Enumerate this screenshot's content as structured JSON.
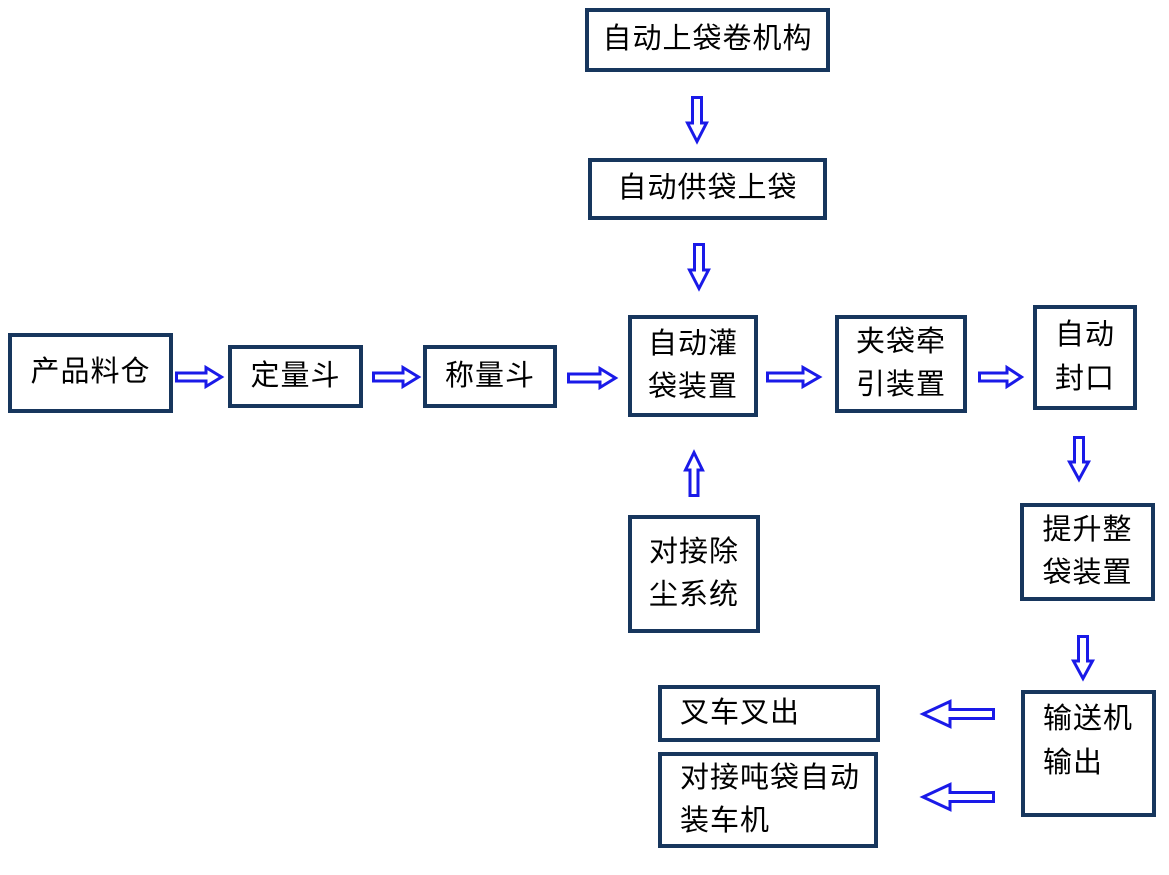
{
  "colors": {
    "box_border": "#17365D",
    "arrow_blue": "#1A1AE8",
    "text": "#000000",
    "background": "#FFFFFF"
  },
  "nodes": {
    "bag_roll_mechanism": {
      "label": "自动上袋卷机构"
    },
    "bag_supply": {
      "label": "自动供袋上袋"
    },
    "product_silo": {
      "label": "产品料仓"
    },
    "dosing_hopper": {
      "label": "定量斗"
    },
    "weighing_hopper": {
      "label": "称量斗"
    },
    "filling_device": {
      "label": "自动灌\n袋装置"
    },
    "bag_clamp_traction": {
      "label": "夹袋牵\n引装置"
    },
    "auto_sealing": {
      "label": "自动\n封口"
    },
    "dust_removal": {
      "label": "对接除\n尘系统"
    },
    "bag_lifting": {
      "label": "提升整\n袋装置"
    },
    "conveyor_output": {
      "label": "输送机\n输出"
    },
    "forklift_out": {
      "label": "叉车叉出"
    },
    "ton_bag_loader": {
      "label": "对接吨袋自动\n装车机"
    }
  },
  "edges": [
    {
      "from": "bag_roll_mechanism",
      "to": "bag_supply",
      "direction": "down"
    },
    {
      "from": "bag_supply",
      "to": "filling_device",
      "direction": "down"
    },
    {
      "from": "product_silo",
      "to": "dosing_hopper",
      "direction": "right"
    },
    {
      "from": "dosing_hopper",
      "to": "weighing_hopper",
      "direction": "right"
    },
    {
      "from": "weighing_hopper",
      "to": "filling_device",
      "direction": "right"
    },
    {
      "from": "filling_device",
      "to": "bag_clamp_traction",
      "direction": "right"
    },
    {
      "from": "bag_clamp_traction",
      "to": "auto_sealing",
      "direction": "right"
    },
    {
      "from": "dust_removal",
      "to": "filling_device",
      "direction": "up"
    },
    {
      "from": "auto_sealing",
      "to": "bag_lifting",
      "direction": "down"
    },
    {
      "from": "bag_lifting",
      "to": "conveyor_output",
      "direction": "down"
    },
    {
      "from": "conveyor_output",
      "to": "forklift_out",
      "direction": "left"
    },
    {
      "from": "conveyor_output",
      "to": "ton_bag_loader",
      "direction": "left"
    }
  ]
}
